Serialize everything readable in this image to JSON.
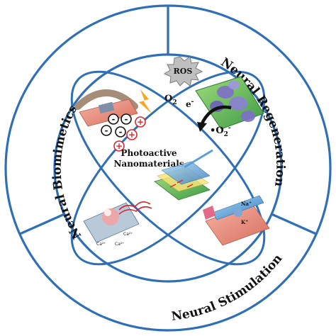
{
  "sections": {
    "biomimetics": "Neural Biomimetics",
    "regeneration": "Neural Regeneration",
    "stimulation": "Neural Stimulation"
  },
  "center": {
    "line1": "Photoactive",
    "line2": "Nanomaterials"
  },
  "ros_label": "ROS",
  "reaction": {
    "o2": "O",
    "o2_sub": "2",
    "electron": "e",
    "electron_sup": "-",
    "superoxide_dot": "•",
    "superoxide": "O",
    "superoxide_sub": "2",
    "superoxide_sup": "-"
  },
  "charges": [
    "-",
    "-",
    "-",
    "-",
    "+",
    "+",
    "+"
  ],
  "ion_labels": {
    "na": "Na",
    "na_sup": "+",
    "k": "K",
    "k_sup": "+",
    "ca": [
      "Ca²⁺",
      "Ca²⁺",
      "Ca²⁺"
    ]
  },
  "colors": {
    "ring": "#2f6fb5",
    "positive": "#d7262d",
    "negative": "#111111",
    "graphene_green": "#6cbf5a",
    "cell_purple": "#7e6fc9"
  }
}
